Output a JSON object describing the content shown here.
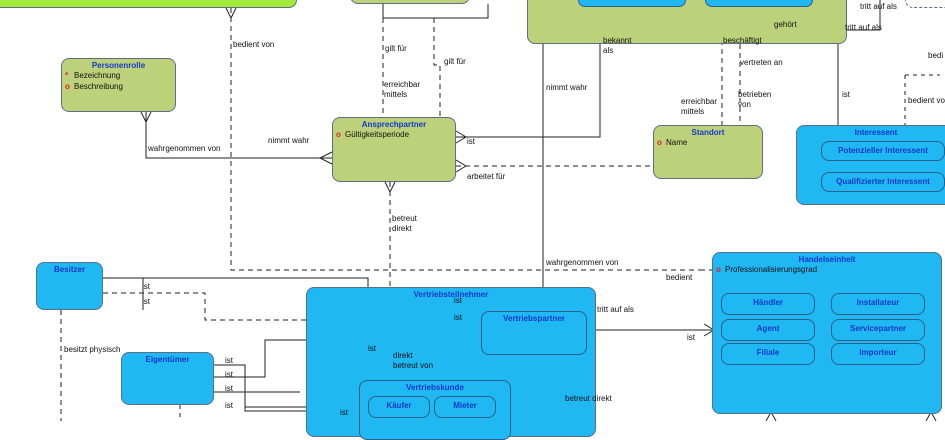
{
  "entities": {
    "personenrolle": {
      "title": "Personenrolle",
      "attrs": [
        "Bezeichnung",
        "Beschreibung"
      ]
    },
    "ansprechpartner": {
      "title": "Ansprechpartner",
      "attrs": [
        "Gültigkeitsperiode"
      ]
    },
    "standort": {
      "title": "Standort",
      "attrs": [
        "Name"
      ]
    },
    "interessent": {
      "title": "Interessent",
      "subtypes": [
        "Potenzieller Interessent",
        "Qualifizierter Interessent"
      ]
    },
    "besitzer": {
      "title": "Besitzer"
    },
    "eigentuemer": {
      "title": "Eigentümer"
    },
    "vertriebsteilnehmer": {
      "title": "Vertriebsteilnehmer"
    },
    "vertriebspartner": {
      "title": "Vertriebspartner"
    },
    "vertriebskunde": {
      "title": "Vertriebskunde",
      "subtypes": [
        "Käufer",
        "Mieter"
      ]
    },
    "handelseinheit": {
      "title": "Handelseinheit",
      "attrs": [
        "Professionalisierungsgrad"
      ],
      "subtypes": [
        "Händler",
        "Installateur",
        "Agent",
        "Servicepartner",
        "Filiale",
        "Importeur"
      ]
    }
  },
  "relationship_labels": {
    "tritt_auf_als_1": "tritt auf als",
    "tritt_auf_als_2": "tritt auf als",
    "bedient_von_1": "bedient von",
    "gilt_fuer_1": "gilt für",
    "gilt_fuer_2": "gilt für",
    "erreichbar_mittels_1": "erreichbar\nmittels",
    "nimmt_wahr_1": "nimmt wahr",
    "nimmt_wahr_2": "nimmt wahr",
    "bekannt_als": "bekannt\nals",
    "beschaeftigt": "beschäftigt",
    "gehoert": "gehört",
    "vertreten_an": "vertreten an",
    "erreichbar_mittels_2": "erreichbar\nmittels",
    "betrieben_von": "betrieben\nvon",
    "ist_1": "ist",
    "ist_2": "ist",
    "wahrgenommen_von_1": "wahrgenommen von",
    "arbeitet_fuer": "arbeitet für",
    "betreut_direkt_1": "betreut\ndirekt",
    "wahrgenommen_von_2": "wahrgenommen von",
    "bedient_2": "bedient",
    "bedient_von_2": "bedient von",
    "bedi": "bedi",
    "ist_besitzer_1": "ist",
    "ist_besitzer_2": "ist",
    "besitzt_physisch": "besitzt physisch",
    "ist_vt_1": "ist",
    "ist_vt_2": "ist",
    "tritt_auf_als_3": "tritt auf als",
    "ist_vt_3": "ist",
    "direkt_betreut_von": "direkt\nbetreut von",
    "ist_eig_1": "ist",
    "ist_eig_2": "ist",
    "ist_eig_3": "ist",
    "ist_eig_4": "ist",
    "ist_vk": "ist",
    "betreut_direkt_2": "betreut direkt",
    "ist_he": "ist"
  }
}
